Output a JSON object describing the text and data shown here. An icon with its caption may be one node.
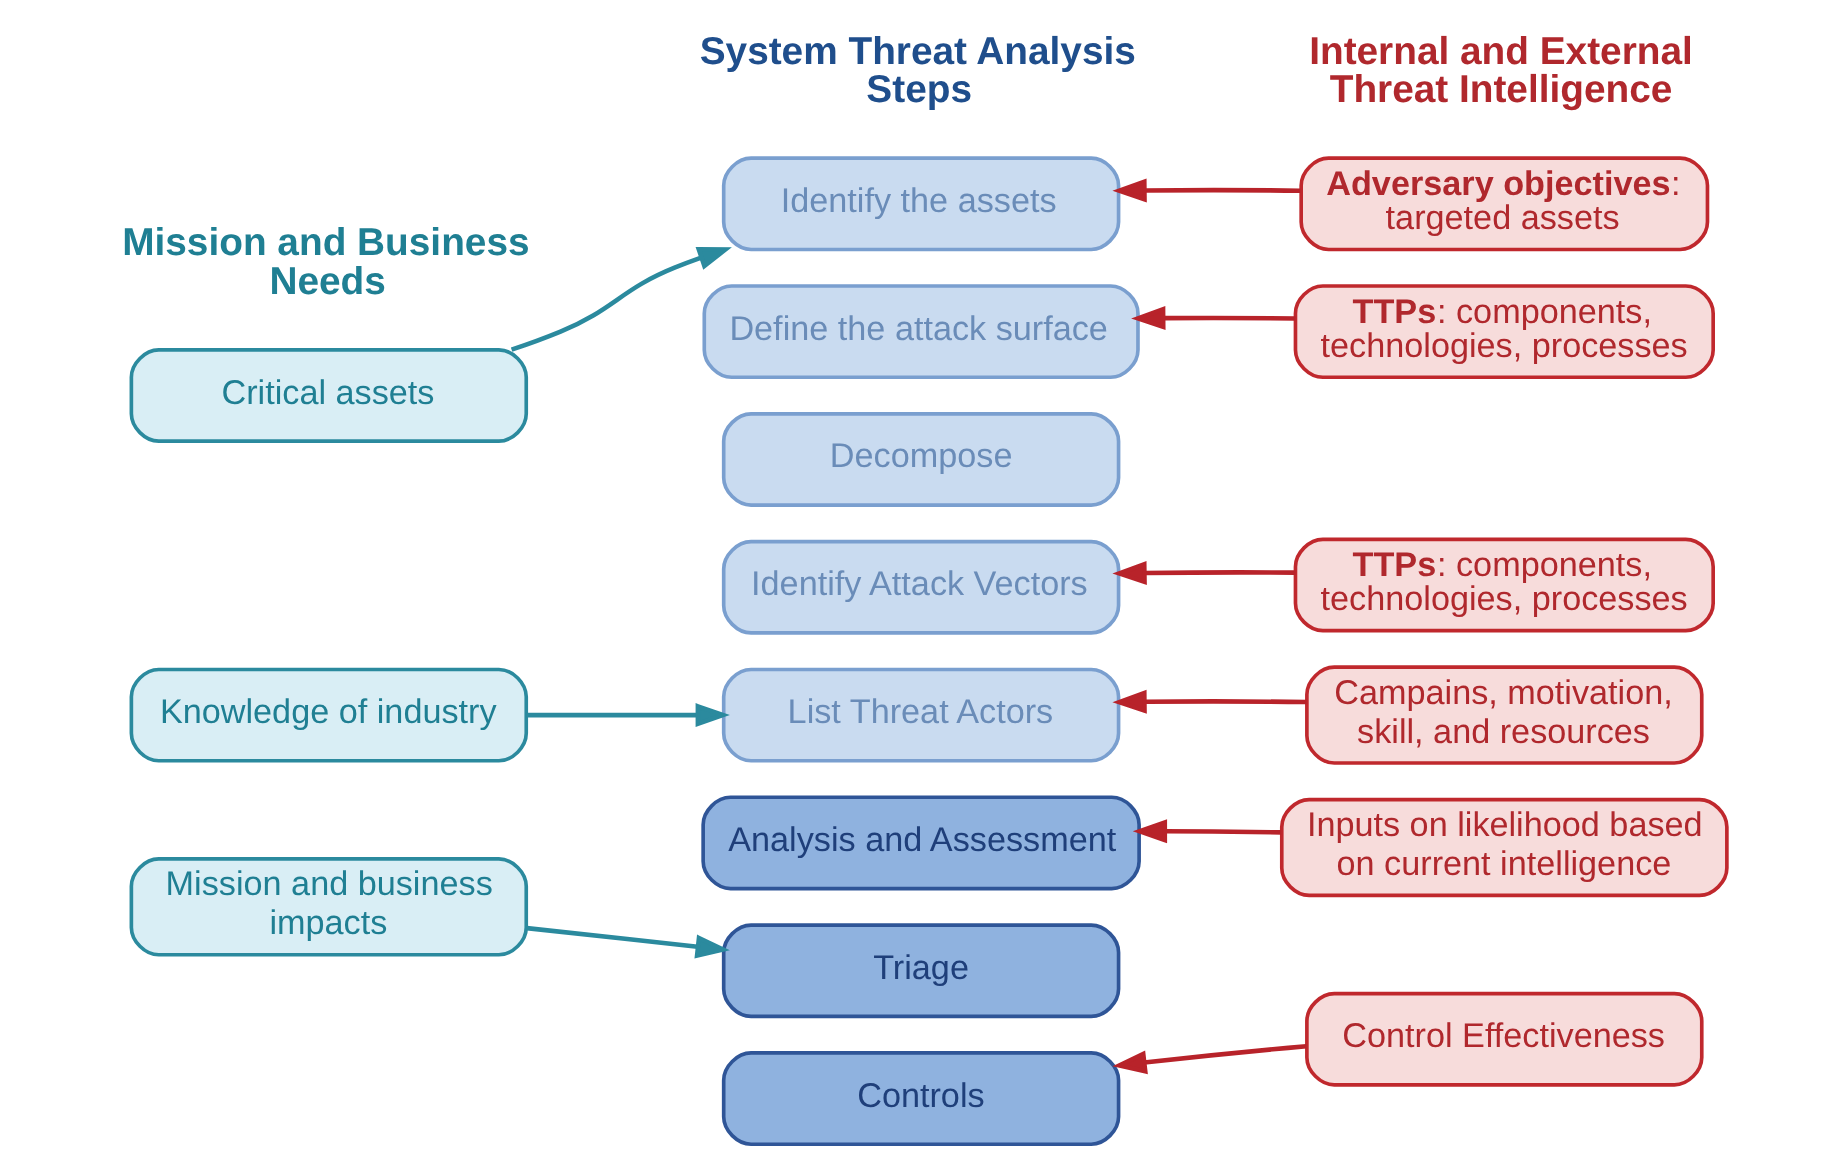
{
  "diagram": {
    "nodes": [
      {
        "text": [
          "Critical assets"
        ]
      },
      {
        "text": [
          "Identify the assets"
        ]
      },
      {
        "text": [
          "**Adversary objectives**: targeted assets"
        ]
      },
      {
        "text": [
          "Define the attack surface"
        ]
      },
      {
        "text": [
          "**TTPs**: components, technologies, processes"
        ]
      },
      {
        "text": [
          "Decompose"
        ]
      },
      {
        "text": [
          "Identify Attack Vectors"
        ]
      },
      {
        "text": [
          "**TTPs**: components, technologies, processes"
        ]
      },
      {
        "text": [
          "Knowledge of industry"
        ]
      },
      {
        "text": [
          "List Threat Actors"
        ]
      },
      {
        "text": [
          "Campains, motivation, skill, and resources"
        ]
      },
      {
        "text": [
          "Analysis and Assessment"
        ]
      },
      {
        "text": [
          "Inputs on likelihood based on current intelligence"
        ]
      },
      {
        "text": [
          "Mission and business impacts"
        ]
      },
      {
        "text": [
          "Triage"
        ]
      },
      {
        "text": [
          "Controls"
        ]
      },
      {
        "text": [
          "Control Effectiveness"
        ]
      }
    ],
    "edges": [
      {
        "from": 0,
        "to": 1,
        "arrow": "to",
        "color": "#2b8a9e"
      },
      {
        "from": 2,
        "to": 1,
        "arrow": "to"
      },
      {
        "from": 4,
        "to": 3,
        "arrow": "to"
      },
      {
        "from": 7,
        "to": 6,
        "arrow": "to"
      },
      {
        "from": 8,
        "to": 9,
        "arrow": "to",
        "color": "#2b8a9e"
      },
      {
        "from": 10,
        "to": 9,
        "arrow": "to"
      },
      {
        "from": 12,
        "to": 11,
        "arrow": "to"
      },
      {
        "from": 13,
        "to": 14,
        "arrow": "to",
        "color": "#2b8a9e"
      },
      {
        "from": 16,
        "to": 15,
        "arrow": "to"
      }
    ],
    "labels": [
      "Mission and Business Needs",
      "System Threat Analysis Steps",
      "Internal and External Threat Intelligence"
    ]
  }
}
